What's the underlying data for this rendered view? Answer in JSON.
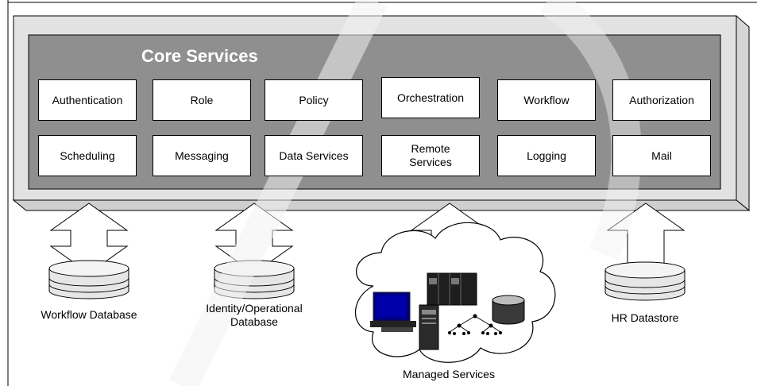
{
  "core": {
    "title": "Core Services",
    "services": [
      "Authentication",
      "Role",
      "Policy",
      "Orchestration",
      "Workflow",
      "Authorization",
      "Scheduling",
      "Messaging",
      "Data Services",
      "Remote Services",
      "Logging",
      "Mail"
    ]
  },
  "stores": {
    "workflow_db": "Workflow Database",
    "identity_db_line1": "Identity/Operational",
    "identity_db_line2": "Database",
    "managed_services": "Managed Services",
    "hr_datastore": "HR Datastore"
  },
  "colors": {
    "panel_outer": "#e2e2e2",
    "panel_inner": "#8f8f8f",
    "watermark": "#f0f0f0"
  }
}
